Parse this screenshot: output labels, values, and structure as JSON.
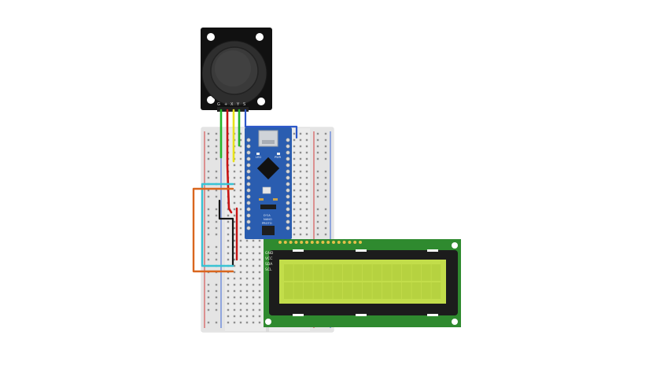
{
  "colors": {
    "background": "#ffffff",
    "breadboard": "#ebebeb",
    "rail_red": "#d33c3c",
    "rail_blue": "#3a66d6",
    "nano_board": "#2a5db0",
    "lcd_pcb": "#2f8a2f",
    "lcd_screen": "#c2dd4a",
    "joystick_pcb": "#111111",
    "wire_green": "#27b427",
    "wire_yellow": "#e8e31c",
    "wire_red": "#c81414",
    "wire_black": "#161616",
    "wire_blue": "#2d58c9",
    "wire_cyan": "#39c3d4",
    "wire_orange": "#d9661e"
  },
  "joystick": {
    "pin_labels": [
      "G",
      "+",
      "X",
      "Y",
      "S"
    ]
  },
  "nano": {
    "labels": {
      "power_left": "LED",
      "power_right": "PWR",
      "text_line1": "D'CA",
      "text_line2": "NANO",
      "text_line3": "PROTO"
    }
  },
  "lcd": {
    "pin_labels": [
      "GND",
      "VCC",
      "SDA",
      "SCL"
    ],
    "columns": 16,
    "rows": 2
  }
}
